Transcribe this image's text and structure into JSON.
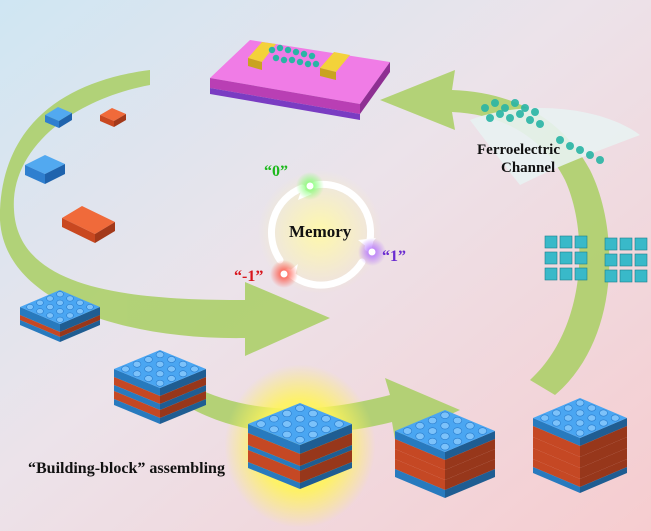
{
  "labels": {
    "memory": "Memory",
    "state_zero": "“0”",
    "state_one": "“1”",
    "state_minus_one": "“-1”",
    "ferroelectric_line1": "Ferroelectric",
    "ferroelectric_line2": "Channel",
    "assembling": "“Building-block” assembling"
  },
  "colors": {
    "state_zero": "#1db91d",
    "state_one": "#6a2bd0",
    "state_minus_one": "#d8171f",
    "arrow": "#a9cf63",
    "block_blue": "#2f8fe0",
    "block_orange": "#e8552a",
    "substrate_pink": "#e15fd8"
  }
}
